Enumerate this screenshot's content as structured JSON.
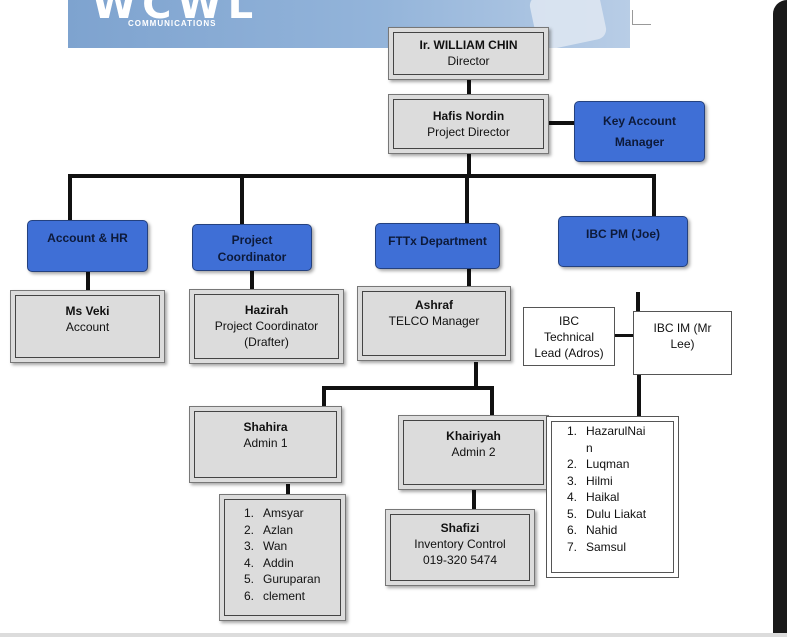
{
  "header": {
    "logo_text": "WCWL",
    "logo_sub": "COMMUNICATIONS"
  },
  "director": {
    "name": "Ir. WILLIAM CHIN",
    "title": "Director"
  },
  "project_director": {
    "name": "Hafis Nordin",
    "title": "Project Director"
  },
  "key_account": {
    "line1": "Key Account",
    "line2": "Manager"
  },
  "departments": {
    "account_hr": "Account & HR",
    "project_coordinator": {
      "line1": "Project",
      "line2": "Coordinator"
    },
    "fttx": "FTTx Department",
    "ibc_pm": "IBC PM (Joe)"
  },
  "ms_veki": {
    "name": "Ms Veki",
    "title": "Account"
  },
  "hazirah": {
    "name": "Hazirah",
    "line1": "Project Coordinator",
    "line2": "(Drafter)"
  },
  "ashraf": {
    "name": "Ashraf",
    "title": "TELCO Manager"
  },
  "ibc_tech": {
    "line1": "IBC",
    "line2": "Technical",
    "line3": "Lead (Adros)"
  },
  "ibc_im": {
    "line1": "IBC IM (Mr",
    "line2": "Lee)"
  },
  "shahira": {
    "name": "Shahira",
    "title": "Admin 1"
  },
  "khairiyah": {
    "name": "Khairiyah",
    "title": "Admin 2"
  },
  "shafizi": {
    "name": "Shafizi",
    "title": "Inventory Control",
    "phone": "019-320 5474"
  },
  "admin1_team": [
    {
      "n": "1.",
      "name": "Amsyar"
    },
    {
      "n": "2.",
      "name": "Azlan"
    },
    {
      "n": "3.",
      "name": "Wan"
    },
    {
      "n": "4.",
      "name": "Addin"
    },
    {
      "n": "5.",
      "name": "Guruparan"
    },
    {
      "n": "6.",
      "name": "clement"
    }
  ],
  "ibc_team": [
    {
      "n": "1.",
      "name": "HazarulNai"
    },
    {
      "n": "",
      "name": "n"
    },
    {
      "n": "2.",
      "name": "Luqman"
    },
    {
      "n": "3.",
      "name": "Hilmi"
    },
    {
      "n": "4.",
      "name": "Haikal"
    },
    {
      "n": "5.",
      "name": "Dulu Liakat"
    },
    {
      "n": "6.",
      "name": "Nahid"
    },
    {
      "n": "7.",
      "name": "Samsul"
    }
  ]
}
